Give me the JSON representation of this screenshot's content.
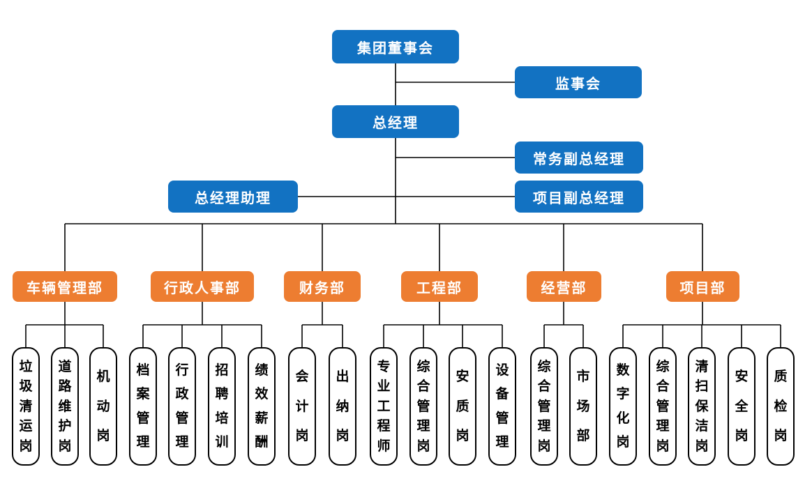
{
  "colors": {
    "executive_box": "#1272C2",
    "department_box": "#ED7D31",
    "post_box_background": "#FFFFFF",
    "post_box_border": "#000000",
    "connector_line": "#000000",
    "box_text": "#FFFFFF",
    "post_text": "#000000"
  },
  "executive": {
    "board": "集团董事会",
    "supervisory_board": "监事会",
    "general_manager": "总经理",
    "executive_deputy_gm": "常务副总经理",
    "gm_assistant": "总经理助理",
    "project_deputy_gm": "项目副总经理"
  },
  "departments": [
    {
      "name": "车辆管理部",
      "posts": [
        "垃圾清运岗",
        "道路维护岗",
        "机动岗"
      ]
    },
    {
      "name": "行政人事部",
      "posts": [
        "档案管理",
        "行政管理",
        "招聘培训",
        "绩效薪酬"
      ]
    },
    {
      "name": "财务部",
      "posts": [
        "会计岗",
        "出纳岗"
      ]
    },
    {
      "name": "工程部",
      "posts": [
        "专业工程师",
        "综合管理岗",
        "安质岗",
        "设备管理"
      ]
    },
    {
      "name": "经营部",
      "posts": [
        "综合管理岗",
        "市场部"
      ]
    },
    {
      "name": "项目部",
      "posts": [
        "数字化岗",
        "综合管理岗",
        "清扫保洁岗",
        "安全岗",
        "质检岗"
      ]
    }
  ]
}
